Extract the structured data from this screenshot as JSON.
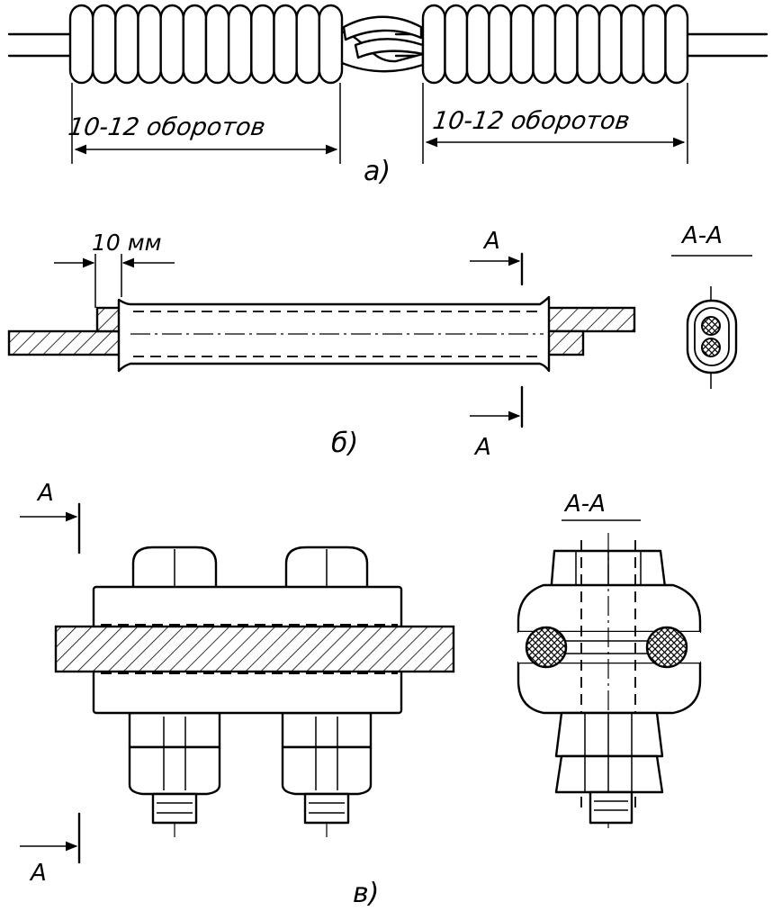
{
  "figure_a": {
    "left_label": "10-12 оборотов",
    "right_label": "10-12 оборотов",
    "caption": "а)"
  },
  "figure_b": {
    "dimension_label": "10 мм",
    "section_mark_top": "А",
    "section_mark_bottom": "А",
    "section_title": "А-А",
    "caption": "б)"
  },
  "figure_c": {
    "section_mark_top": "А",
    "section_mark_bottom": "А",
    "section_title": "А-А",
    "caption": "в)"
  }
}
